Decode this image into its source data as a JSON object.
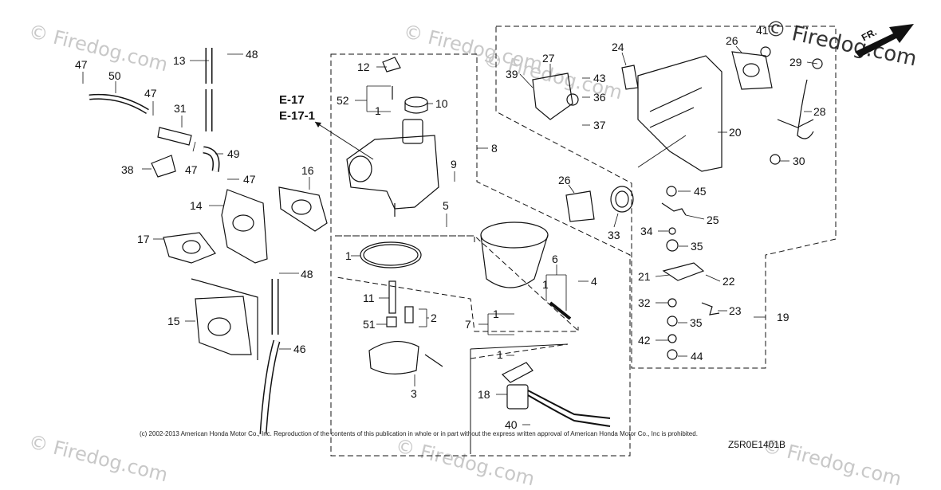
{
  "watermarks": [
    "© Firedog.com",
    "© Firedog.com",
    "© Firedog.com",
    "© Firedog.com",
    "© Firedog.com",
    "© Firedog.com"
  ],
  "watermark_main": "© Firedog.com",
  "refs": [
    "E-17",
    "E-17-1"
  ],
  "fr_label": "FR.",
  "copyright": "(c) 2002-2013 American Honda Motor Co., Inc. Reproduction of the contents of this publication in whole or in part without the express written approval of American Honda Motor Co., Inc is prohibited.",
  "diagram_code": "Z5R0E1401B",
  "callouts": [
    {
      "id": "47a",
      "text": "47"
    },
    {
      "id": "50",
      "text": "50"
    },
    {
      "id": "13",
      "text": "13"
    },
    {
      "id": "48a",
      "text": "48"
    },
    {
      "id": "47b",
      "text": "47"
    },
    {
      "id": "31",
      "text": "31"
    },
    {
      "id": "38",
      "text": "38"
    },
    {
      "id": "47c",
      "text": "47"
    },
    {
      "id": "49",
      "text": "49"
    },
    {
      "id": "47d",
      "text": "47"
    },
    {
      "id": "14",
      "text": "14"
    },
    {
      "id": "16",
      "text": "16"
    },
    {
      "id": "17",
      "text": "17"
    },
    {
      "id": "48b",
      "text": "48"
    },
    {
      "id": "15",
      "text": "15"
    },
    {
      "id": "46",
      "text": "46"
    },
    {
      "id": "12",
      "text": "12"
    },
    {
      "id": "52",
      "text": "52"
    },
    {
      "id": "1a",
      "text": "1"
    },
    {
      "id": "10",
      "text": "10"
    },
    {
      "id": "8",
      "text": "8"
    },
    {
      "id": "9",
      "text": "9"
    },
    {
      "id": "5",
      "text": "5"
    },
    {
      "id": "1b",
      "text": "1"
    },
    {
      "id": "6",
      "text": "6"
    },
    {
      "id": "1c",
      "text": "1"
    },
    {
      "id": "4",
      "text": "4"
    },
    {
      "id": "11",
      "text": "11"
    },
    {
      "id": "2",
      "text": "2"
    },
    {
      "id": "51",
      "text": "51"
    },
    {
      "id": "7",
      "text": "7"
    },
    {
      "id": "1d",
      "text": "1"
    },
    {
      "id": "3",
      "text": "3"
    },
    {
      "id": "1e",
      "text": "1"
    },
    {
      "id": "18",
      "text": "18"
    },
    {
      "id": "40",
      "text": "40"
    },
    {
      "id": "39",
      "text": "39"
    },
    {
      "id": "27",
      "text": "27"
    },
    {
      "id": "43",
      "text": "43"
    },
    {
      "id": "36",
      "text": "36"
    },
    {
      "id": "37",
      "text": "37"
    },
    {
      "id": "24",
      "text": "24"
    },
    {
      "id": "26a",
      "text": "26"
    },
    {
      "id": "41",
      "text": "41"
    },
    {
      "id": "29",
      "text": "29"
    },
    {
      "id": "28",
      "text": "28"
    },
    {
      "id": "20",
      "text": "20"
    },
    {
      "id": "30",
      "text": "30"
    },
    {
      "id": "26b",
      "text": "26"
    },
    {
      "id": "33",
      "text": "33"
    },
    {
      "id": "45",
      "text": "45"
    },
    {
      "id": "25",
      "text": "25"
    },
    {
      "id": "34",
      "text": "34"
    },
    {
      "id": "35a",
      "text": "35"
    },
    {
      "id": "21",
      "text": "21"
    },
    {
      "id": "22",
      "text": "22"
    },
    {
      "id": "32",
      "text": "32"
    },
    {
      "id": "23",
      "text": "23"
    },
    {
      "id": "35b",
      "text": "35"
    },
    {
      "id": "19",
      "text": "19"
    },
    {
      "id": "42",
      "text": "42"
    },
    {
      "id": "44",
      "text": "44"
    }
  ]
}
